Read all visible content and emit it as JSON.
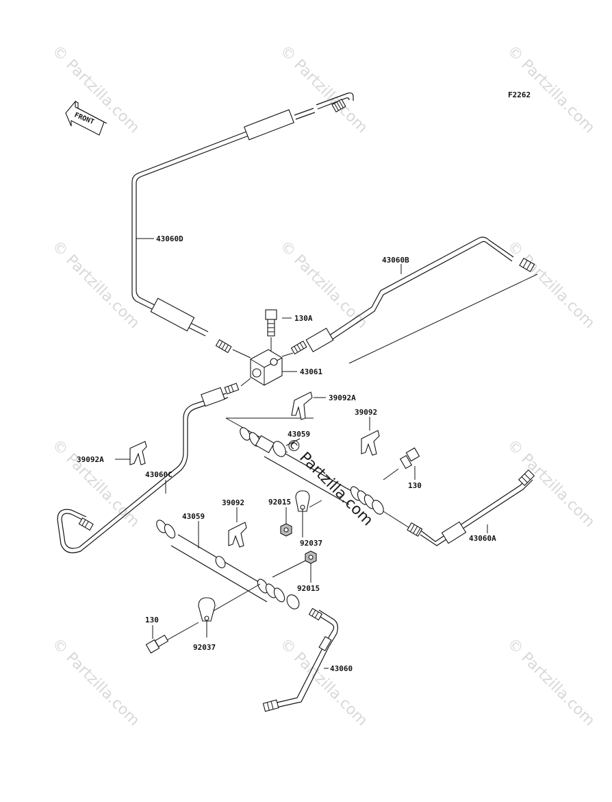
{
  "diagram_code": "F2262",
  "front_arrow": {
    "text": "FRONT",
    "icon": "front-arrow-icon"
  },
  "watermark": {
    "text": "© Partzilla.com",
    "center_text": "© Partzilla.com"
  },
  "parts": [
    {
      "id": "43060D",
      "label": "43060D"
    },
    {
      "id": "43060B",
      "label": "43060B"
    },
    {
      "id": "130A",
      "label": "130A"
    },
    {
      "id": "43061",
      "label": "43061"
    },
    {
      "id": "39092A_top",
      "label": "39092A"
    },
    {
      "id": "39092_top",
      "label": "39092"
    },
    {
      "id": "43059_top",
      "label": "43059"
    },
    {
      "id": "39092A_left",
      "label": "39092A"
    },
    {
      "id": "43060C",
      "label": "43060C"
    },
    {
      "id": "130_right",
      "label": "130"
    },
    {
      "id": "43060A",
      "label": "43060A"
    },
    {
      "id": "39092_mid",
      "label": "39092"
    },
    {
      "id": "92015_top",
      "label": "92015"
    },
    {
      "id": "43059_bottom",
      "label": "43059"
    },
    {
      "id": "92037_top",
      "label": "92037"
    },
    {
      "id": "92015_bottom",
      "label": "92015"
    },
    {
      "id": "130_left",
      "label": "130"
    },
    {
      "id": "92037_bottom",
      "label": "92037"
    },
    {
      "id": "43060",
      "label": "43060"
    }
  ]
}
